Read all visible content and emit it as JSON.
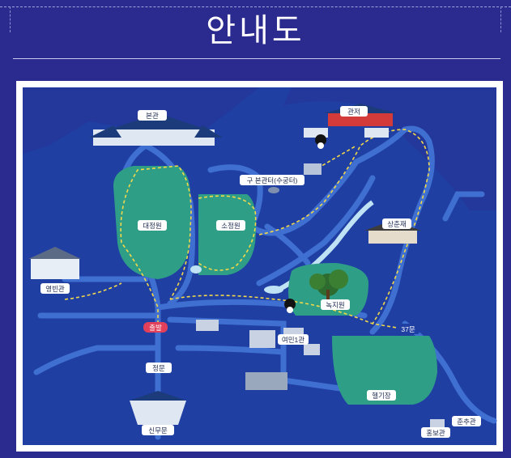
{
  "header": {
    "title": "안내도"
  },
  "colors": {
    "background": "#2b2a8f",
    "map_base": "#1f3fa3",
    "road": "#3a66c8",
    "garden_green": "#2f9e86",
    "path_dash": "#f2d84a",
    "label_bg": "#ffffff",
    "start_marker": "#e2405a"
  },
  "map": {
    "labels": {
      "main_hall": "본관",
      "official_residence": "관저",
      "old_main_site": "구 본관터(수궁터)",
      "daejeongwon": "대정원",
      "sojeongwon": "소정원",
      "sangchunjae": "상춘재",
      "yeongbingwan": "영빈관",
      "nokjiwon": "녹지원",
      "start": "출발",
      "gate_37": "37문",
      "yeomin_1": "여민1관",
      "main_gate": "정문",
      "heli_pad": "헬기장",
      "sinmumun": "신무문",
      "chunchugwan": "춘추관",
      "hongbogwan": "홍보관"
    },
    "icons": [
      "restroom-icon",
      "restroom-icon"
    ]
  }
}
